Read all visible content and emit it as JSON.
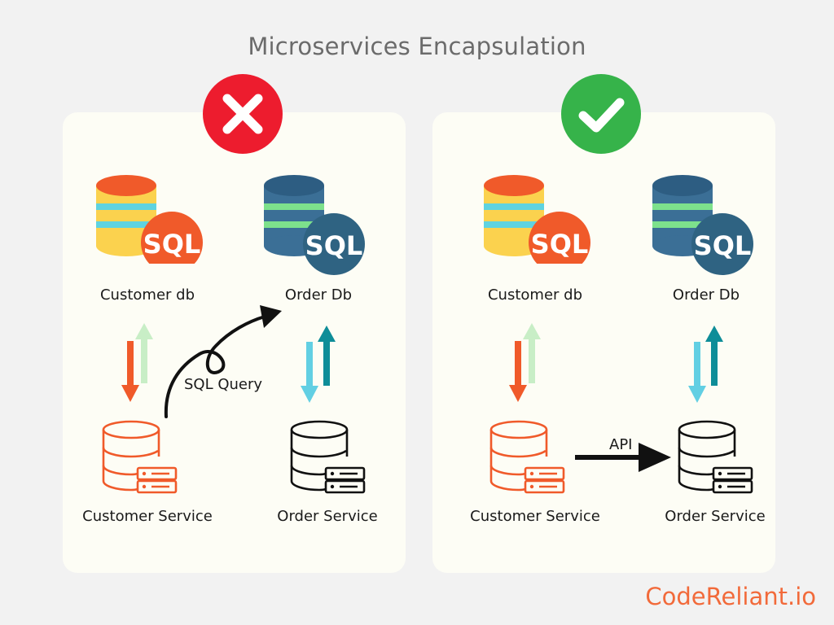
{
  "title": "Microservices Encapsulation",
  "brand": "CodeReliant.io",
  "colors": {
    "bad_badge": "#ed1c2e",
    "good_badge": "#36b34a",
    "customer_db_yellow": "#fbd24e",
    "customer_db_top": "#f05a2a",
    "customer_db_stripe": "#5fd3e0",
    "order_db_blue": "#3b6f96",
    "order_db_stripe": "#7de18c",
    "sql_customer": "#f05a2a",
    "sql_order": "#2f6382",
    "arrow_red": "#f05a2a",
    "arrow_light_green": "#c8eec6",
    "arrow_light_blue": "#62cfe3",
    "arrow_teal": "#0e8d98"
  },
  "bad": {
    "badge_icon": "x-mark-icon",
    "customer_db_label": "Customer db",
    "order_db_label": "Order Db",
    "customer_db_sql": "SQL",
    "order_db_sql": "SQL",
    "customer_service_label": "Customer Service",
    "order_service_label": "Order Service",
    "query_label": "SQL Query"
  },
  "good": {
    "badge_icon": "check-mark-icon",
    "customer_db_label": "Customer db",
    "order_db_label": "Order Db",
    "customer_db_sql": "SQL",
    "order_db_sql": "SQL",
    "customer_service_label": "Customer Service",
    "order_service_label": "Order Service",
    "api_label": "API"
  }
}
